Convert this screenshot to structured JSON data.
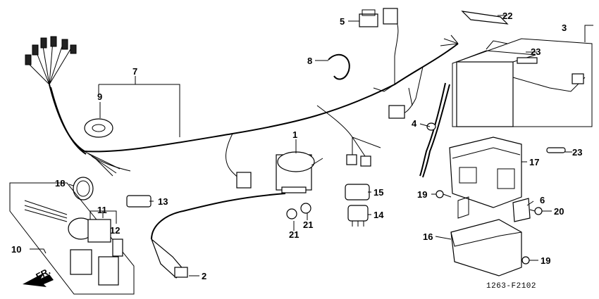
{
  "callouts": {
    "n1": "1",
    "n2": "2",
    "n3": "3",
    "n4": "4",
    "n5": "5",
    "n6": "6",
    "n7": "7",
    "n8": "8",
    "n9": "9",
    "n10": "10",
    "n11": "11",
    "n12": "12",
    "n13": "13",
    "n14": "14",
    "n15": "15",
    "n16": "16",
    "n17": "17",
    "n18": "18",
    "n19a": "19",
    "n19b": "19",
    "n20": "20",
    "n21a": "21",
    "n21b": "21",
    "n22": "22",
    "n23a": "23",
    "n23b": "23"
  },
  "direction_label": "FR.",
  "diagram_code": "1263-F2102"
}
